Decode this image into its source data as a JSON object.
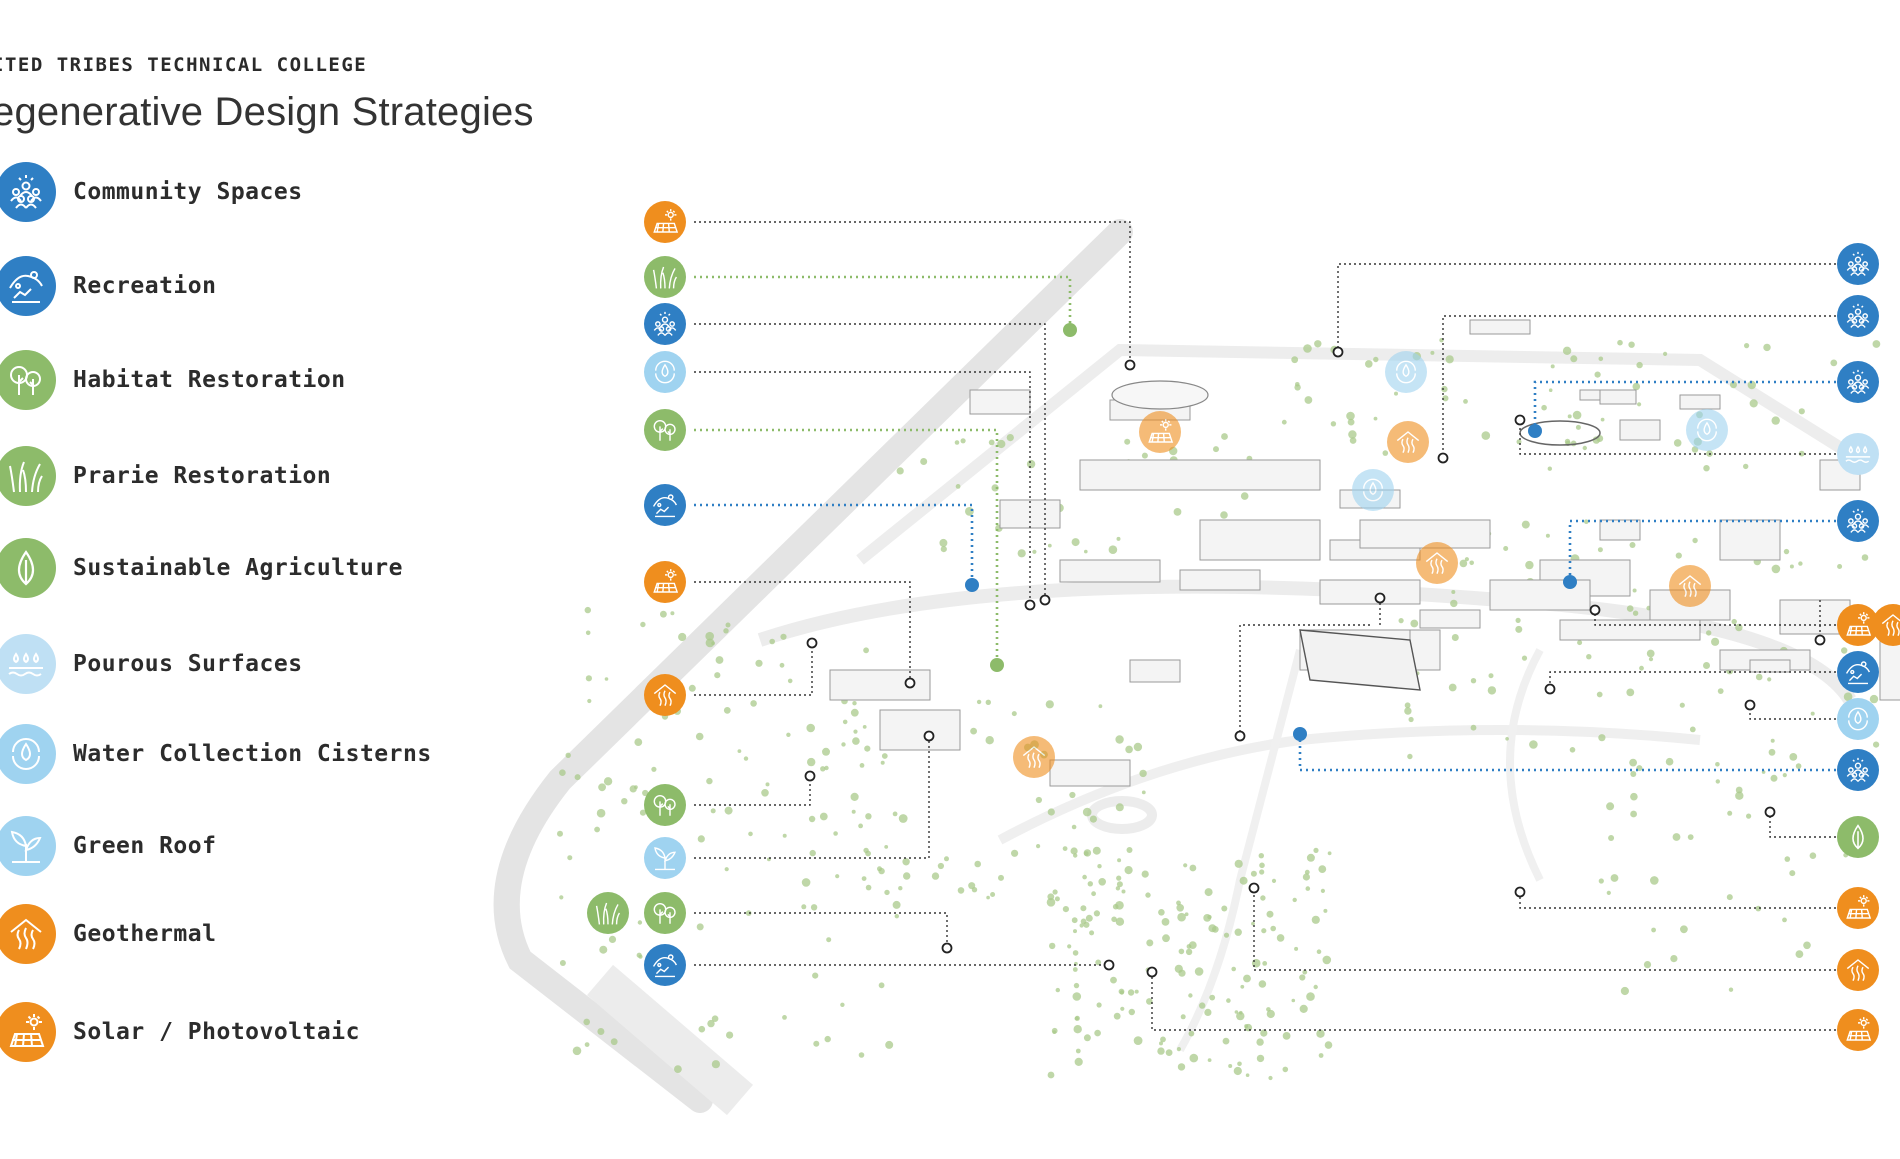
{
  "header": {
    "college": "ITED TRIBES TECHNICAL COLLEGE",
    "title": "egenerative Design Strategies"
  },
  "colors": {
    "community": "#2f7fc4",
    "recreation": "#2f7fc4",
    "habitat": "#8dbb6a",
    "prairie": "#8dbb6a",
    "agriculture": "#8dbb6a",
    "porous": "#bfe0f4",
    "cistern": "#9fd3f0",
    "greenroof": "#9fd3f0",
    "geothermal": "#ef8e1e",
    "solar": "#ef8e1e"
  },
  "legend": [
    {
      "key": "community",
      "label": "Community Spaces",
      "icon": "people-icon"
    },
    {
      "key": "recreation",
      "label": "Recreation",
      "icon": "recreation-icon"
    },
    {
      "key": "habitat",
      "label": "Habitat Restoration",
      "icon": "trees-icon"
    },
    {
      "key": "prairie",
      "label": "Prarie Restoration",
      "icon": "grass-icon"
    },
    {
      "key": "agriculture",
      "label": "Sustainable Agriculture",
      "icon": "leaf-icon"
    },
    {
      "key": "porous",
      "label": "Pourous Surfaces",
      "icon": "drops-icon"
    },
    {
      "key": "cistern",
      "label": "Water Collection Cisterns",
      "icon": "water-cycle-icon"
    },
    {
      "key": "greenroof",
      "label": "Green Roof",
      "icon": "plant-icon"
    },
    {
      "key": "geothermal",
      "label": "Geothermal",
      "icon": "geothermal-icon"
    },
    {
      "key": "solar",
      "label": "Solar / Photovoltaic",
      "icon": "solar-panel-icon"
    }
  ],
  "callouts_left": [
    "solar",
    "prairie",
    "community",
    "cistern",
    "habitat",
    "recreation",
    "solar",
    "geothermal",
    "habitat",
    "greenroof",
    "habitat",
    "recreation"
  ],
  "callouts_right": [
    "community",
    "community",
    "community",
    "porous",
    "community",
    "solar",
    "recreation",
    "cistern",
    "community",
    "agriculture",
    "solar",
    "geothermal",
    "solar"
  ]
}
